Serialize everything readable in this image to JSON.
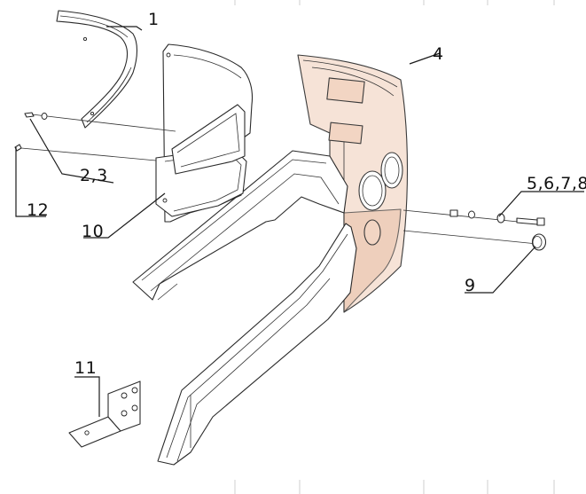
{
  "diagram": {
    "colors": {
      "line": "#2a2a2a",
      "bumper_fill": "#f6e3d7",
      "bumper_shade": "#ecc9b3",
      "background": "#ffffff"
    },
    "callouts": {
      "c1": "1",
      "c4": "4",
      "c2_3": "2,3",
      "c12": "12",
      "c10": "10",
      "c5_8": "5,6,7,8",
      "c9": "9",
      "c11": "11"
    }
  }
}
